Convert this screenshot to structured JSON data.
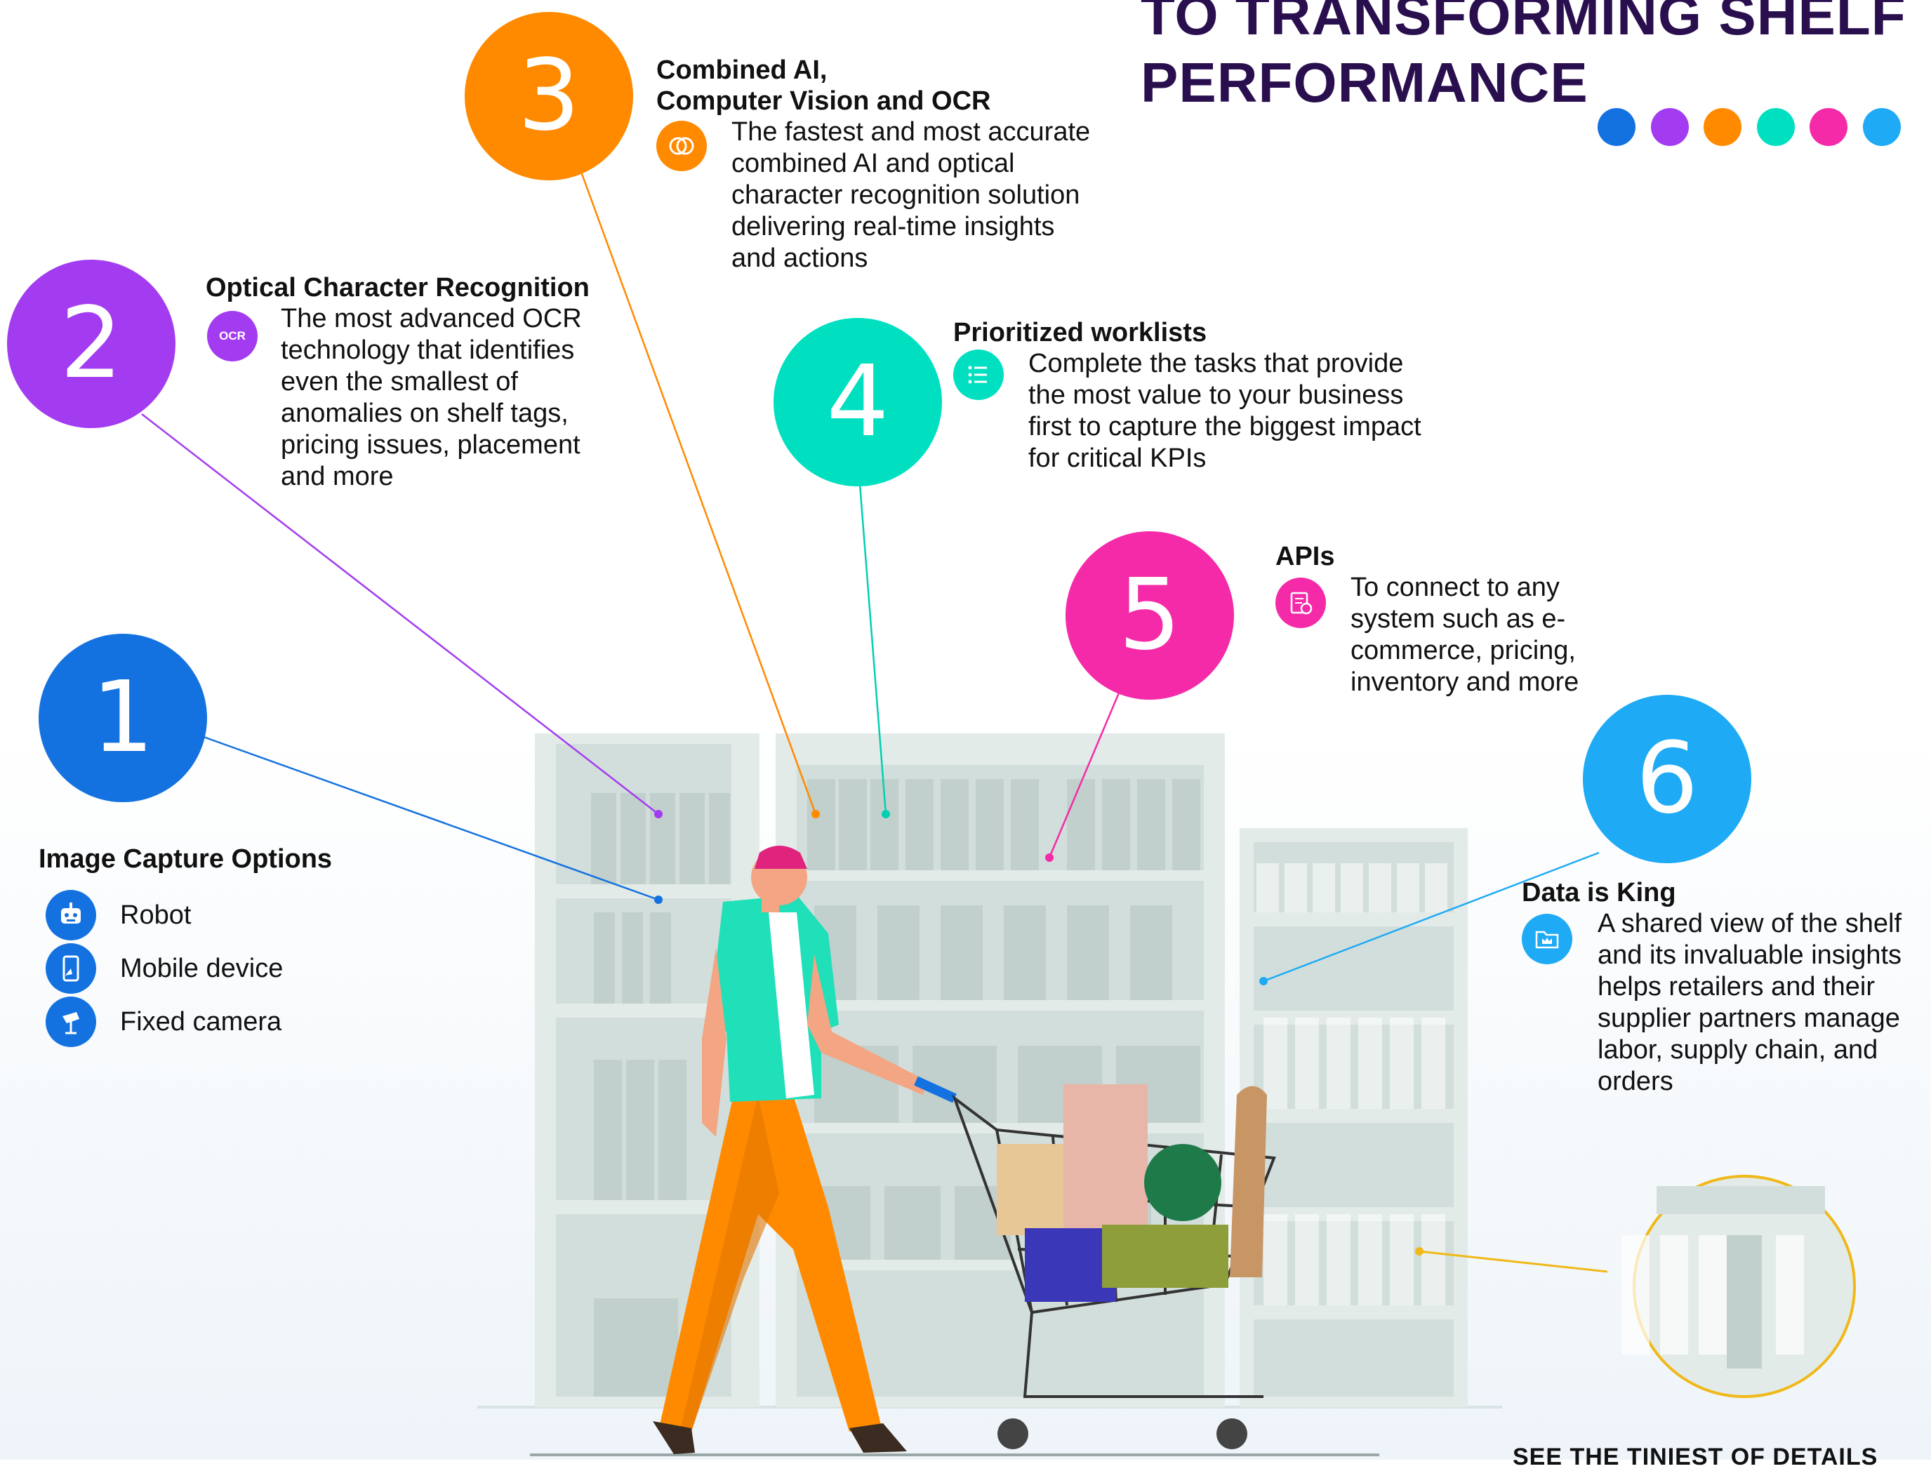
{
  "headline": {
    "line1": "TO TRANSFORMING SHELF",
    "line2": "PERFORMANCE"
  },
  "palette": [
    "#1472e0",
    "#a33cf0",
    "#ff8a00",
    "#00e0c0",
    "#f52aa8",
    "#1eaaf5"
  ],
  "features": [
    {
      "number": "1",
      "title": "Image Capture Options",
      "color": "#1472e0",
      "options": [
        {
          "label": "Robot",
          "icon": "robot-icon"
        },
        {
          "label": "Mobile device",
          "icon": "mobile-device-icon"
        },
        {
          "label": "Fixed camera",
          "icon": "fixed-camera-icon"
        }
      ]
    },
    {
      "number": "2",
      "title": "Optical Character Recognition",
      "color": "#a33cf0",
      "icon": "ocr-icon",
      "icon_text": "OCR",
      "description": "The most advanced OCR technology that identifies even the smallest of anomalies on shelf tags, pricing issues, placement and more"
    },
    {
      "number": "3",
      "title_line1": "Combined AI,",
      "title_line2": "Computer Vision and OCR",
      "color": "#ff8a00",
      "icon": "brain-icon",
      "description": "The fastest and most accurate combined AI and optical character recognition solution delivering real-time insights and actions"
    },
    {
      "number": "4",
      "title": "Prioritized worklists",
      "color": "#00e0c0",
      "icon": "checklist-icon",
      "description": "Complete the tasks that provide the most value to your business first to capture the biggest impact for critical KPIs"
    },
    {
      "number": "5",
      "title": "APIs",
      "color": "#f52aa8",
      "icon": "api-gear-icon",
      "description": "To connect to any system such as e-commerce, pricing, inventory and more"
    },
    {
      "number": "6",
      "title": "Data is King",
      "color": "#1eaaf5",
      "icon": "crown-folder-icon",
      "description": "A shared view of the shelf and its invaluable insights helps retailers and their supplier partners manage labor, supply chain, and orders"
    }
  ],
  "footer_text": "SEE THE TINIEST OF DETAILS"
}
